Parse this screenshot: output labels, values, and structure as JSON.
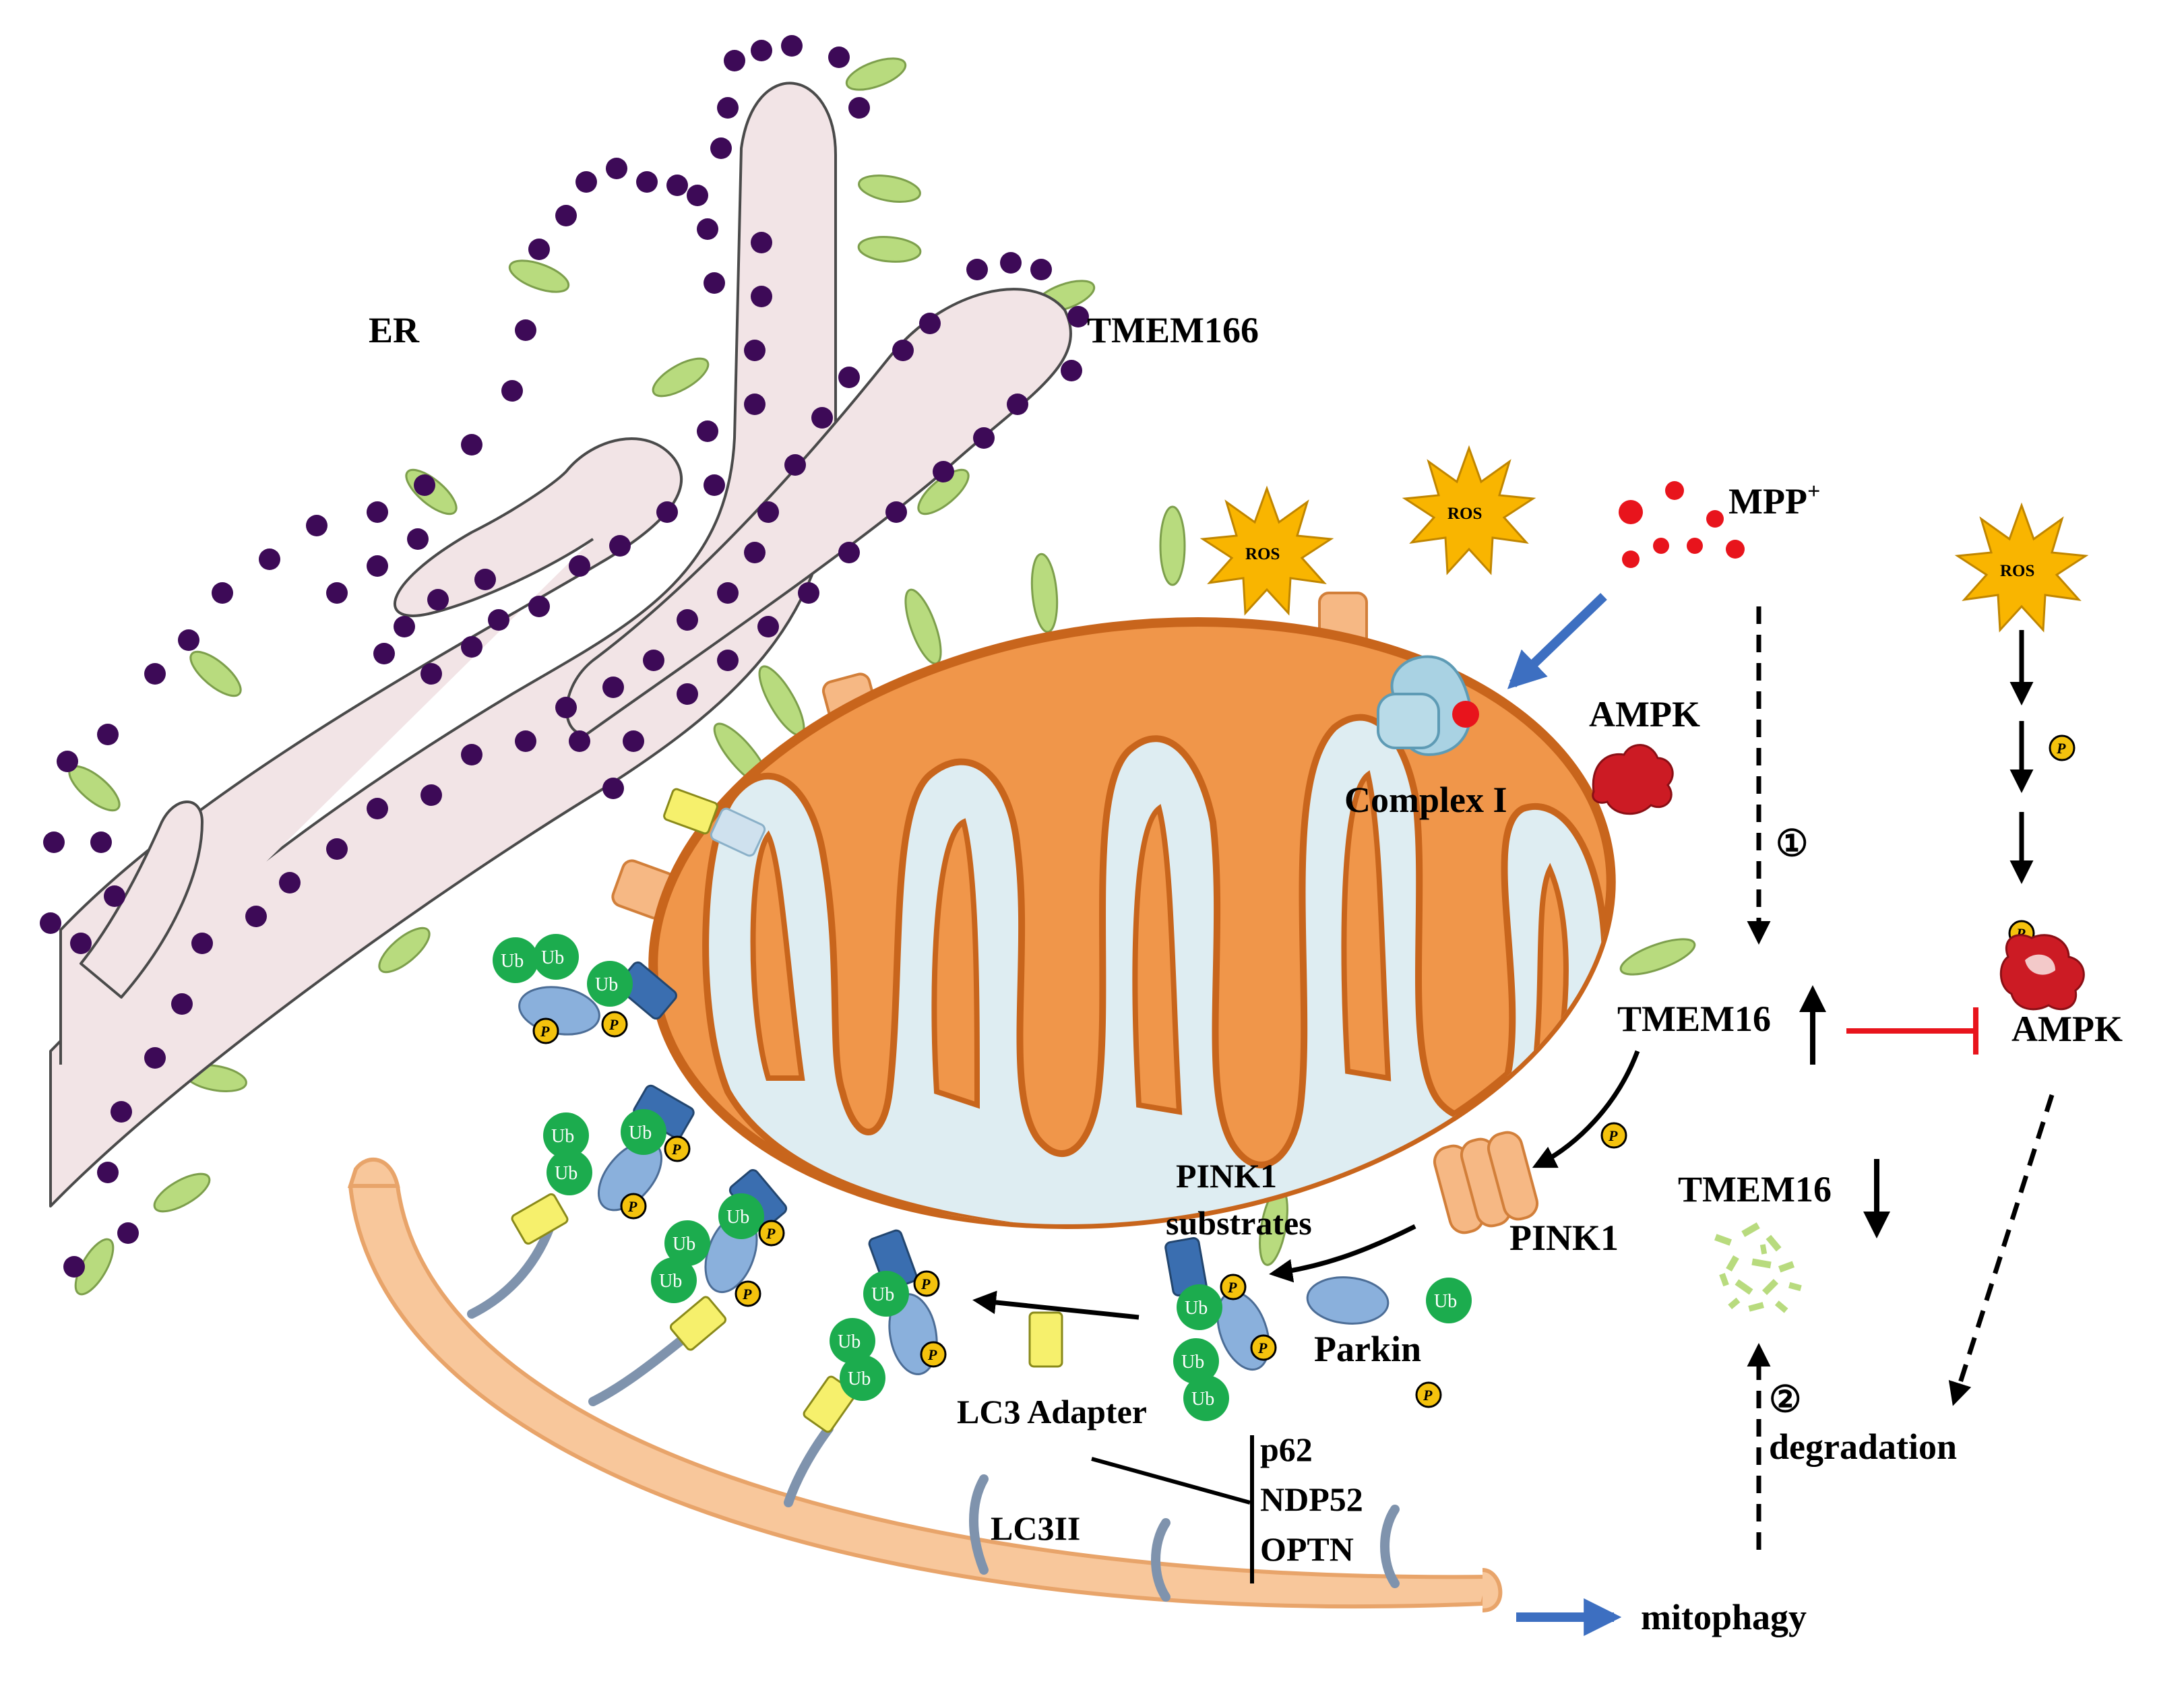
{
  "labels": {
    "er": "ER",
    "tmem166": "TMEM166",
    "mpp": "MPP",
    "mpp_sup": "+",
    "ros": "ROS",
    "ampk_top": "AMPK",
    "complex1": "Complex I",
    "step1": "①",
    "step2": "②",
    "tmem16_up": "TMEM16",
    "ampk_right": "AMPK",
    "tmem16_down": "TMEM16",
    "pink1_substrates_line1": "PINK1",
    "pink1_substrates_line2": "substrates",
    "pink1": "PINK1",
    "parkin": "Parkin",
    "lc3_adapter": "LC3 Adapter",
    "adapters": [
      "p62",
      "NDP52",
      "OPTN"
    ],
    "lc3ii": "LC3II",
    "degradation": "degradation",
    "mitophagy": "mitophagy",
    "ub": "Ub",
    "p": "P"
  },
  "colors": {
    "er_fill": "#f2e4e6",
    "er_dot": "#3d0a57",
    "tmem166_spike": "#b8db7e",
    "mito_fill": "#f0964a",
    "mito_outline": "#c8651c",
    "crista_fill": "#deedf2",
    "ros_star": "#f9b500",
    "mpp_red": "#e8141c",
    "ampk_red": "#cc1b24",
    "ub_green": "#1cac4e",
    "p_yellow": "#f4c20d",
    "parkin_blue": "#8ab0dc",
    "dark_blue": "#3a6eb0",
    "adapter_yellow": "#f6f06c",
    "phagophore": "#f8c79b",
    "lc3_gray": "#7f93ad",
    "arrow_blue": "#3d6fc1",
    "inhibit_red": "#e8141c"
  },
  "icons": [
    "ros-star-icon",
    "ubiquitin-icon",
    "phosphate-icon",
    "parkin-icon",
    "ampk-icon",
    "mpp-dot-icon",
    "degraded-tmem16-icon"
  ]
}
